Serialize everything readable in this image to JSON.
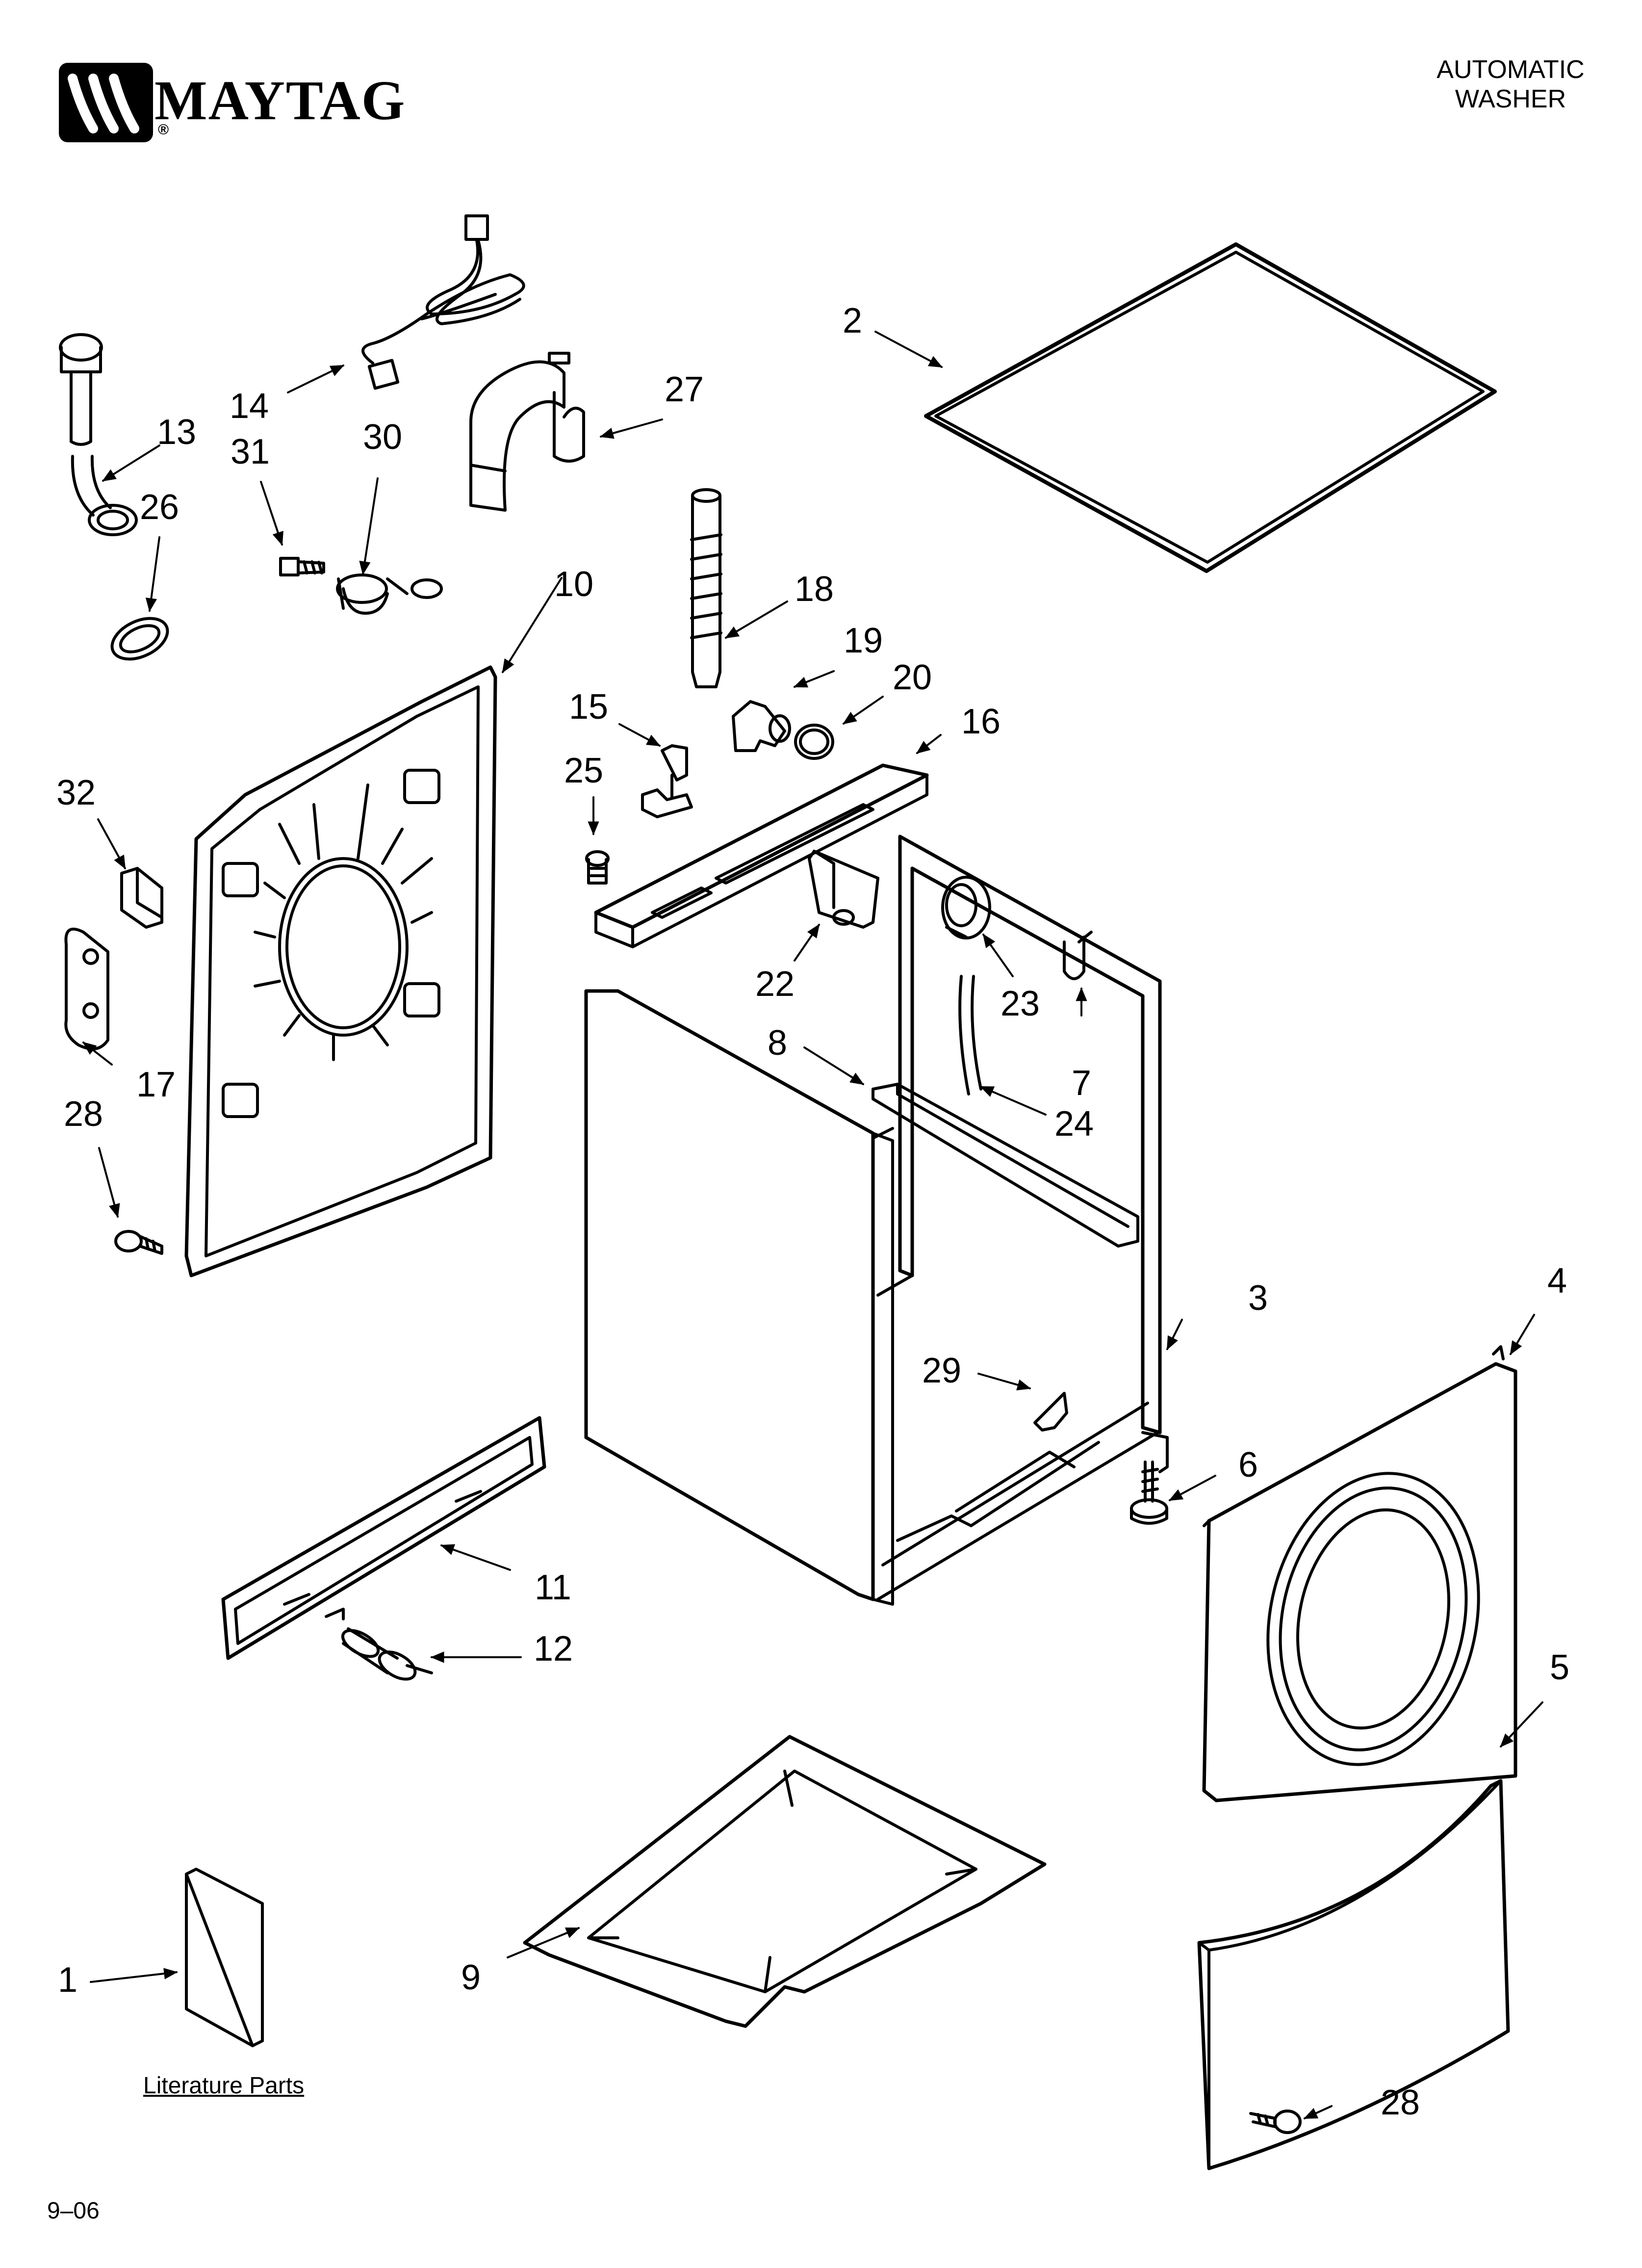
{
  "brand": {
    "name": "MAYTAG",
    "registered_mark": "®"
  },
  "document": {
    "title_line1": "AUTOMATIC",
    "title_line2": "WASHER",
    "date_code": "9–06"
  },
  "literature": {
    "label": "Literature Parts"
  },
  "callouts": [
    {
      "id": "c1",
      "text": "1"
    },
    {
      "id": "c2",
      "text": "2"
    },
    {
      "id": "c3",
      "text": "3"
    },
    {
      "id": "c4",
      "text": "4"
    },
    {
      "id": "c5",
      "text": "5"
    },
    {
      "id": "c6",
      "text": "6"
    },
    {
      "id": "c7",
      "text": "7"
    },
    {
      "id": "c8",
      "text": "8"
    },
    {
      "id": "c9",
      "text": "9"
    },
    {
      "id": "c10",
      "text": "10"
    },
    {
      "id": "c11",
      "text": "11"
    },
    {
      "id": "c12",
      "text": "12"
    },
    {
      "id": "c13",
      "text": "13"
    },
    {
      "id": "c14",
      "text": "14"
    },
    {
      "id": "c15",
      "text": "15"
    },
    {
      "id": "c16",
      "text": "16"
    },
    {
      "id": "c17",
      "text": "17"
    },
    {
      "id": "c18",
      "text": "18"
    },
    {
      "id": "c19",
      "text": "19"
    },
    {
      "id": "c20",
      "text": "20"
    },
    {
      "id": "c22",
      "text": "22"
    },
    {
      "id": "c23",
      "text": "23"
    },
    {
      "id": "c24",
      "text": "24"
    },
    {
      "id": "c25",
      "text": "25"
    },
    {
      "id": "c26",
      "text": "26"
    },
    {
      "id": "c27",
      "text": "27"
    },
    {
      "id": "c28a",
      "text": "28"
    },
    {
      "id": "c28b",
      "text": "28"
    },
    {
      "id": "c29",
      "text": "29"
    },
    {
      "id": "c30",
      "text": "30"
    },
    {
      "id": "c31",
      "text": "31"
    },
    {
      "id": "c32",
      "text": "32"
    }
  ]
}
